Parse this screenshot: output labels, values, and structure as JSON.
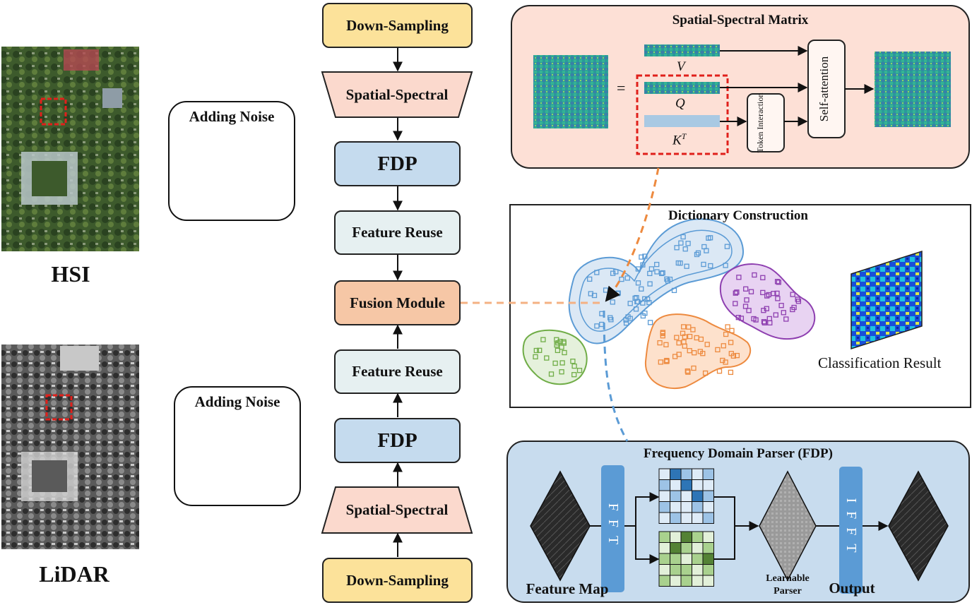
{
  "inputs": {
    "hsi_label": "HSI",
    "lidar_label": "LiDAR",
    "noise_label_top": "Adding Noise",
    "noise_label_bottom": "Adding Noise"
  },
  "pipeline": {
    "top": [
      "Down-Sampling",
      "Spatial-Spectral",
      "FDP",
      "Feature Reuse"
    ],
    "fusion": "Fusion Module",
    "bottom": [
      "Feature Reuse",
      "FDP",
      "Spatial-Spectral",
      "Down-Sampling"
    ]
  },
  "matrix_panel": {
    "title": "Spatial-Spectral Matrix",
    "equals": "=",
    "v": "V",
    "q": "Q",
    "k": "K",
    "k_sup": "T",
    "token_interaction": "Token Interaction",
    "self_attention": "Self-attention"
  },
  "dictionary_panel": {
    "title": "Dictionary Construction",
    "classification": "Classification Result"
  },
  "fdp_panel": {
    "title": "Frequency Domain Parser (FDP)",
    "fft": "FFT",
    "ifft": "IFFT",
    "feature_map": "Feature Map",
    "learnable": "Learnable",
    "parser": "Parser",
    "output": "Output"
  },
  "colors": {
    "down_sampling": "#fce29a",
    "spatial_spectral": "#fbd9cd",
    "fdp": "#c5dbee",
    "feature_reuse": "#e6f0f1",
    "fusion": "#f6c7a6",
    "matrix_panel_bg": "#fde0d6",
    "fdp_panel_bg": "#c8dcee",
    "cluster_blue": "#5b9bd5",
    "cluster_purple": "#8e3fb0",
    "cluster_orange": "#ed8a3f",
    "cluster_green": "#70ad47",
    "dashed_red": "#e0201b"
  }
}
